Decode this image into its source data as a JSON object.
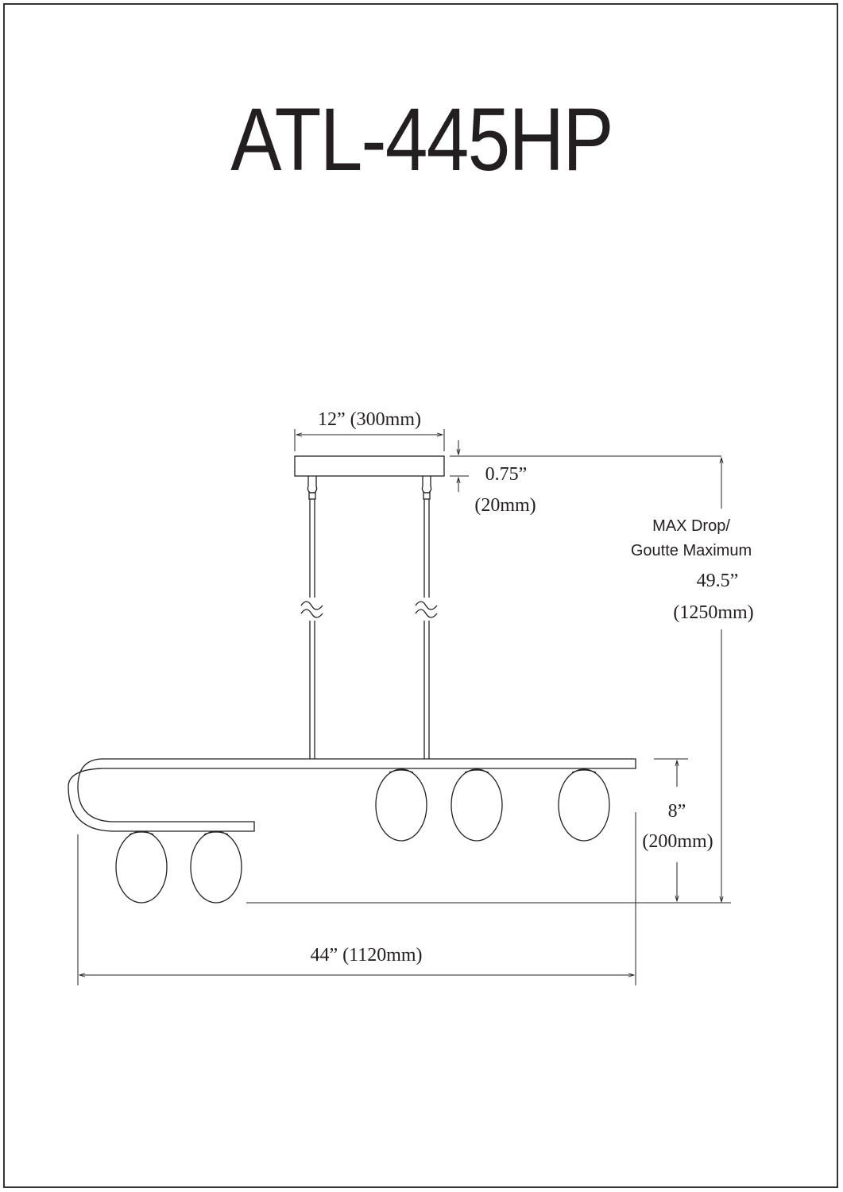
{
  "title": "ATL-445HP",
  "dimensions": {
    "canopy_width": "12” (300mm)",
    "canopy_height_in": "0.75”",
    "canopy_height_mm": "(20mm)",
    "max_drop_label_en": "MAX Drop/",
    "max_drop_label_fr": "Goutte Maximum",
    "max_drop_in": "49.5”",
    "max_drop_mm": "(1250mm)",
    "fixture_height_in": "8”",
    "fixture_height_mm": "(200mm)",
    "overall_width": "44” (1120mm)"
  },
  "colors": {
    "line": "#231f20",
    "background": "#ffffff"
  }
}
